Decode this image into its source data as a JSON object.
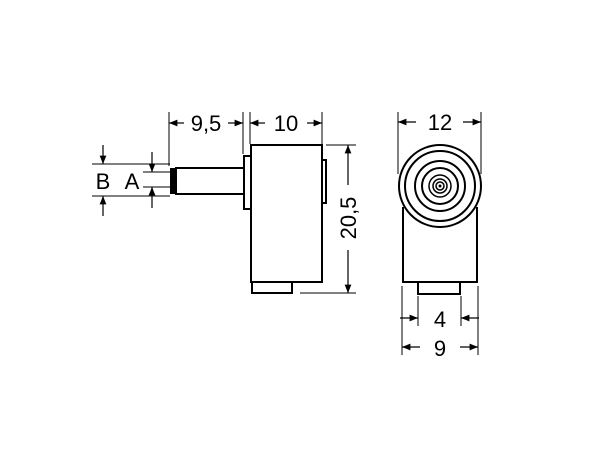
{
  "side_view": {
    "dim_pin_length": "9,5",
    "dim_body_depth": "10",
    "dim_height": "20,5",
    "label_outer_diameter": "B",
    "label_inner_diameter": "A"
  },
  "front_view": {
    "dim_width": "12",
    "dim_tab_width": "4",
    "dim_base_width": "9"
  }
}
